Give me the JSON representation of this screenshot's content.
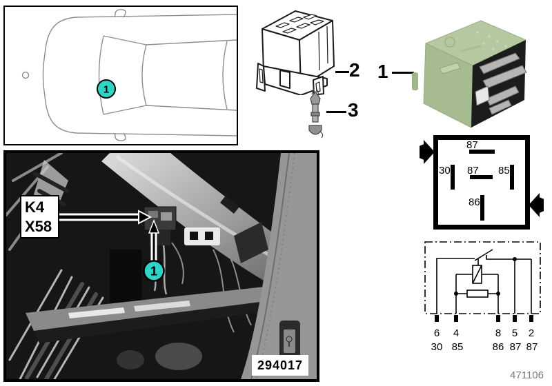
{
  "document": {
    "drawing_number": "471106"
  },
  "location_panel": {
    "callout": "1"
  },
  "photo_panel": {
    "relay_code": "K4",
    "connector_code": "X58",
    "callout": "1",
    "photo_number": "294017"
  },
  "parts": {
    "relay_callout": "1",
    "socket_callout": "2",
    "fastener_callout": "3"
  },
  "pin_diagram": {
    "pins": [
      {
        "label": "87"
      },
      {
        "label": "30"
      },
      {
        "label": "87"
      },
      {
        "label": "85"
      },
      {
        "label": "86"
      }
    ]
  },
  "schematic": {
    "pin_numbers": [
      "6",
      "4",
      "8",
      "5",
      "2"
    ],
    "terminal_labels": [
      "30",
      "85",
      "86",
      "87",
      "87"
    ]
  },
  "colors": {
    "callout_teal": "#2fd4c6",
    "relay_green": "#aec29a"
  }
}
